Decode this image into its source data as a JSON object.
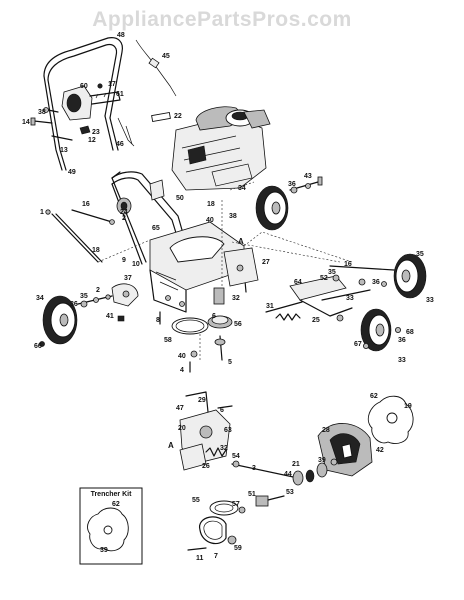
{
  "watermark": "AppliancePartsPros.com",
  "trencher_kit_title": "Trencher Kit",
  "part_labels": {
    "l48": "48",
    "l45": "45",
    "l17": "17",
    "l60": "60",
    "l61": "61",
    "l38a": "38",
    "l14": "14",
    "l23": "23",
    "l22": "22",
    "l46": "46",
    "l13": "13",
    "l12": "12",
    "l49": "49",
    "l43": "43",
    "l36a": "36",
    "l34a": "34",
    "l18a": "18",
    "l40a": "40",
    "l38b": "38",
    "l16a": "16",
    "l24": "24",
    "l50": "50",
    "l1": "1",
    "l2a": "2",
    "l65": "65",
    "lA1": "A",
    "l27": "27",
    "l18b": "18",
    "l9": "9",
    "l10": "10",
    "l16b": "16",
    "l35a": "35",
    "l52": "52",
    "l64": "64",
    "l36b": "36",
    "l35b": "35",
    "l33a": "33",
    "l34b": "34",
    "l32": "32",
    "l2b": "2",
    "l37": "37",
    "l36c": "36",
    "l35c": "35",
    "l41": "41",
    "l33b": "33",
    "l31": "31",
    "l25": "25",
    "l68": "68",
    "l8": "8",
    "l6": "6",
    "l56": "56",
    "l66": "66",
    "l58": "58",
    "l67": "67",
    "l36d": "36",
    "l33c": "33",
    "l40b": "40",
    "l5": "5",
    "l4": "4",
    "l62a": "62",
    "l19": "19",
    "l47": "47",
    "l29": "29",
    "l6b": "6",
    "l20": "20",
    "l63": "63",
    "l28": "28",
    "lA2": "A",
    "l32b": "32",
    "l26": "26",
    "l54": "54",
    "l42": "42",
    "l3": "3",
    "l39a": "39",
    "l44": "44",
    "l21": "21",
    "l55": "55",
    "l57": "57",
    "l51": "51",
    "l53": "53",
    "l62b": "62",
    "l39b": "39",
    "l11": "11",
    "l59": "59",
    "l7": "7"
  }
}
